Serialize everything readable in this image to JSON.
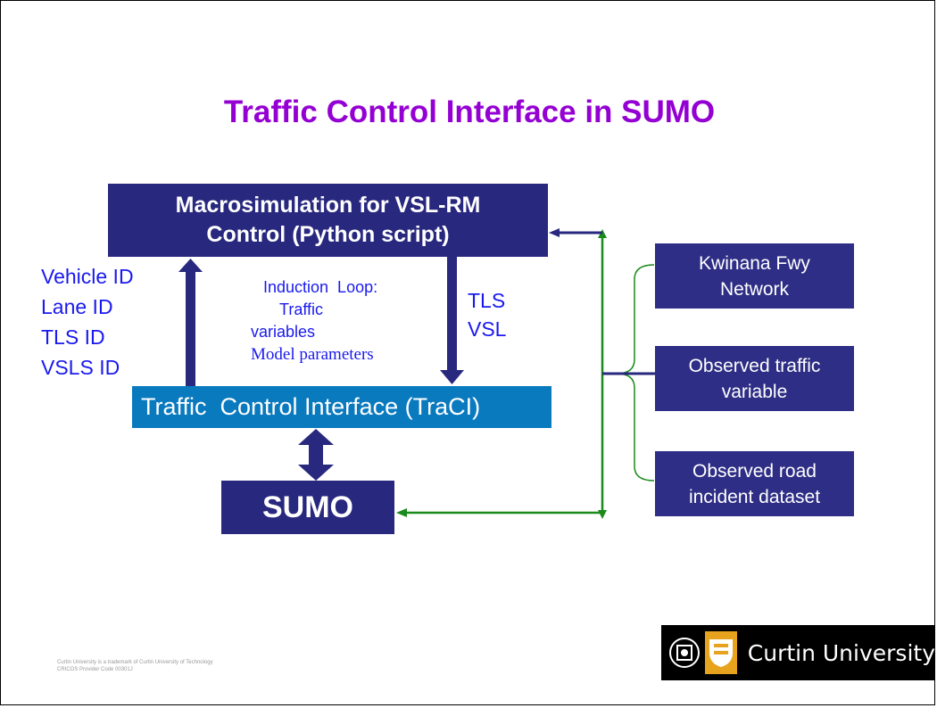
{
  "slide": {
    "title": "Traffic Control Interface in SUMO",
    "macro_box": {
      "line1": "Macrosimulation for VSL-RM",
      "line2": "Control (Python script)"
    },
    "traci_box": "Traffic  Control Interface (TraCI)",
    "sumo_box": "SUMO",
    "left_labels": [
      "Vehicle ID",
      "Lane ID",
      "TLS ID",
      "VSLS ID"
    ],
    "middle_labels": {
      "line1": "Induction  Loop:",
      "line2": "Traffic",
      "line3": "variables",
      "line4": "Model parameters"
    },
    "right_labels": [
      "TLS",
      "VSL"
    ],
    "data_sources": [
      {
        "line1": "Kwinana Fwy",
        "line2": "Network"
      },
      {
        "line1": "Observed traffic",
        "line2": "variable"
      },
      {
        "line1": "Observed road",
        "line2": "incident dataset"
      }
    ],
    "footer": {
      "line1": "Curtin University is a trademark of Curtin University of Technology",
      "line2": "CRICOS Provider Code 00301J"
    },
    "logo": {
      "text": "Curtin University",
      "crest_icon": "university-crest-icon",
      "shield_icon": "curtin-shield-icon",
      "shield_color": "#e8a31e"
    },
    "colors": {
      "title": "#9400d3",
      "dark_box": "#28287f",
      "traci_box": "#0a7abf",
      "label_text": "#1a1aee",
      "green_connector": "#1a8a1a"
    }
  }
}
